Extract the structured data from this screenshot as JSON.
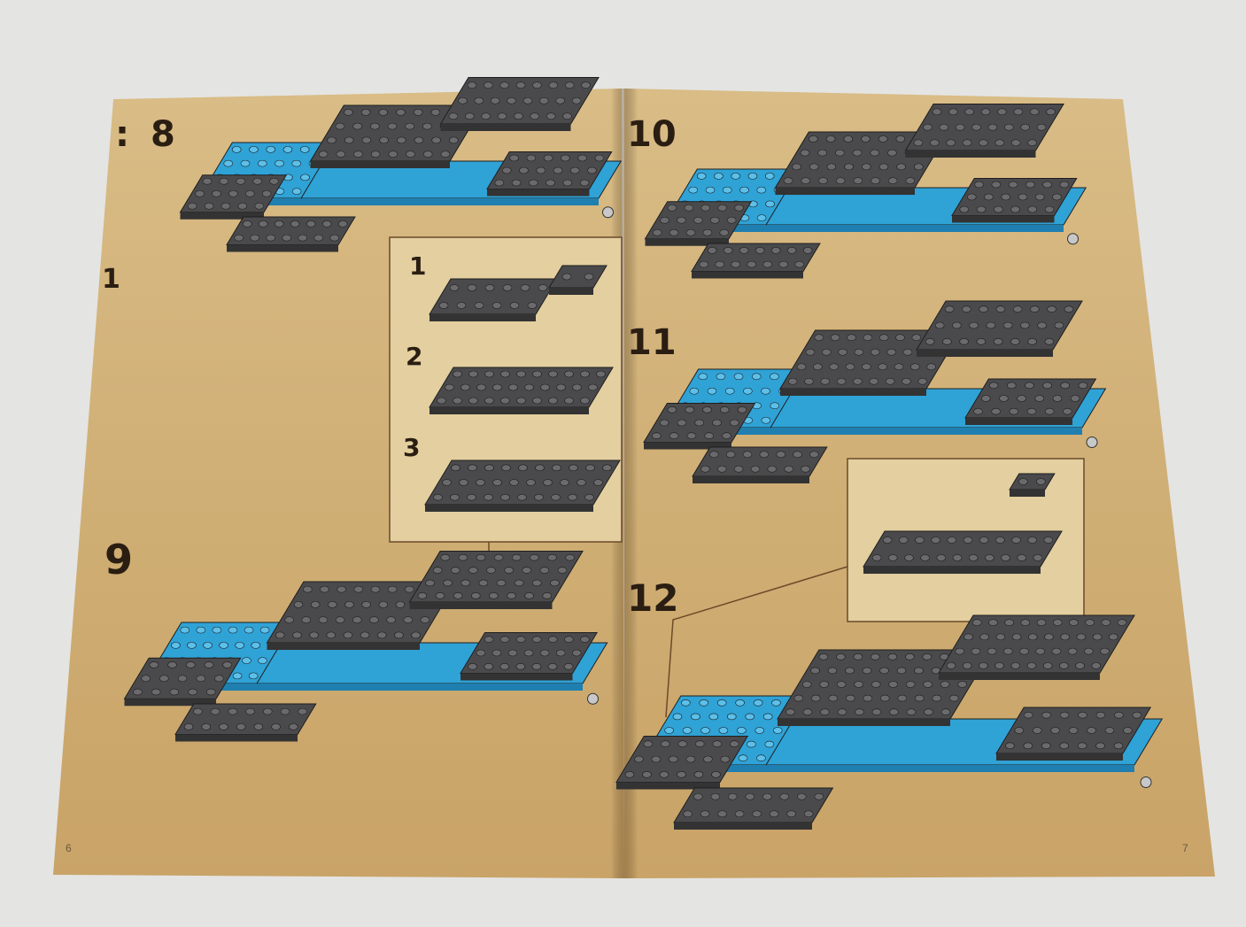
{
  "booklet": {
    "left_page": {
      "page_number": "6",
      "steps": [
        {
          "number": "8"
        },
        {
          "number": "9"
        }
      ],
      "substeps": [
        "1",
        "2",
        "3"
      ],
      "edge_fragments": [
        ":",
        "1"
      ]
    },
    "right_page": {
      "page_number": "7",
      "steps": [
        {
          "number": "10"
        },
        {
          "number": "11"
        },
        {
          "number": "12"
        }
      ]
    }
  },
  "colors": {
    "page": "#d2b27a",
    "page_dark": "#c7a265",
    "inset": "#e4d0a0",
    "inset_border": "#6b4a2a",
    "brick_dark": "#4a4a4c",
    "brick_blue": "#2fa2d6",
    "background": "#e4e4e2"
  }
}
